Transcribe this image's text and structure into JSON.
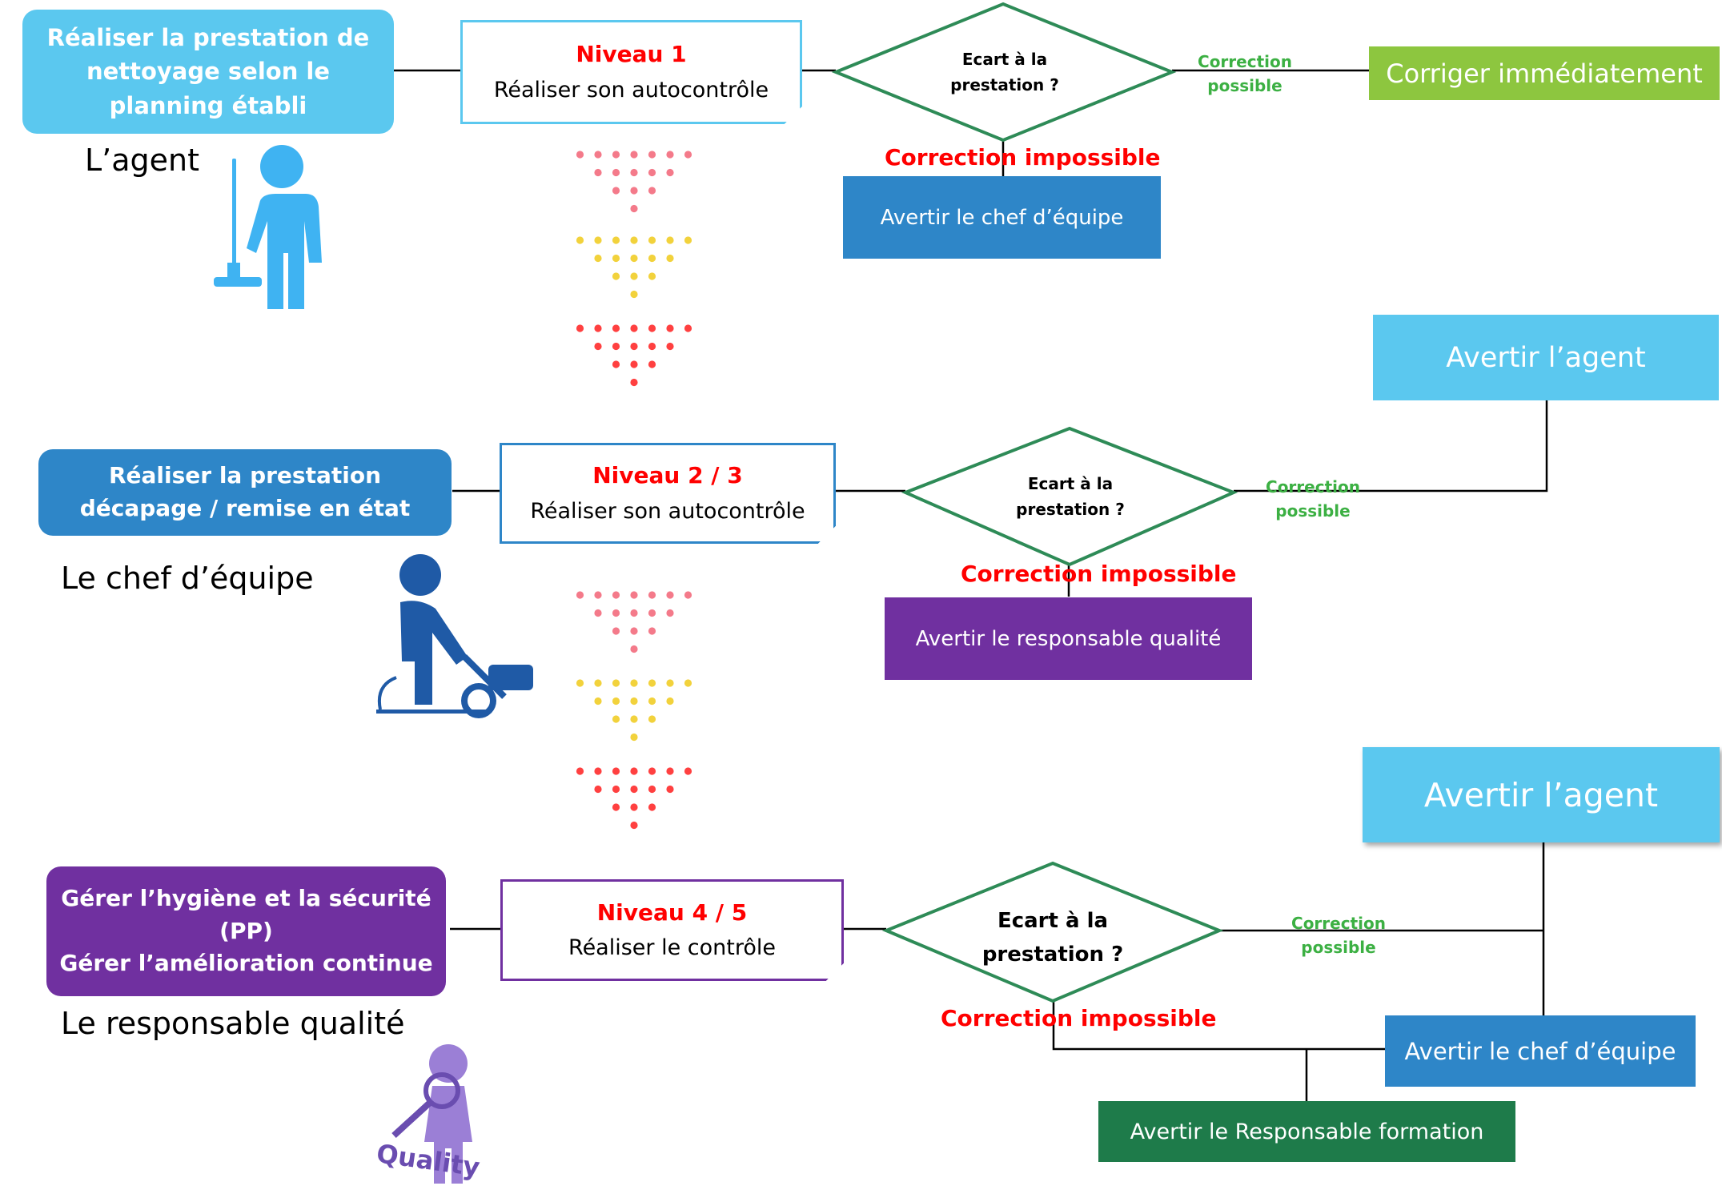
{
  "colors": {
    "light_blue": "#5bc8ef",
    "mid_blue": "#2e86c8",
    "purple": "#7030a0",
    "green_lime": "#8dc63f",
    "dark_green": "#1e7b4a",
    "diamond_green": "#2e8b57",
    "red": "#ff0000",
    "green_text": "#3cb043"
  },
  "rows": [
    {
      "activity": "Réaliser la prestation de nettoyage selon le planning établi",
      "level": "Niveau 1",
      "check": "Réaliser son autocontrôle",
      "question": "Ecart à la prestation  ?",
      "yes_label": "Correction possible",
      "no_label": "Correction impossible",
      "role": "L’agent",
      "icon": "cleaner-mop-icon",
      "yes_action": "Corriger immédiatement",
      "no_action": "Avertir le chef d’équipe"
    },
    {
      "activity": "Réaliser la prestation décapage / remise en état",
      "level": "Niveau 2 / 3",
      "check": "Réaliser son autocontrôle",
      "question": "Ecart à la prestation  ?",
      "yes_label": "Correction possible",
      "no_label": "Correction impossible",
      "role": "Le chef d’équipe",
      "icon": "floor-scrubber-icon",
      "yes_action": "Avertir l’agent",
      "no_action": "Avertir le responsable qualité"
    },
    {
      "activity_lines": [
        "Gérer l’hygiène et la sécurité",
        "(PP)",
        "Gérer l’amélioration continue"
      ],
      "level": "Niveau 4 / 5",
      "check": "Réaliser le contrôle",
      "question": "Ecart à la prestation ?",
      "yes_label": "Correction possible",
      "no_label": "Correction impossible",
      "role": "Le responsable qualité",
      "icon": "quality-magnifier-icon",
      "icon_word": "Quality",
      "yes_action": "Avertir l’agent",
      "extra_action": "Avertir le chef d’équipe",
      "no_action": "Avertir le Responsable formation"
    }
  ]
}
